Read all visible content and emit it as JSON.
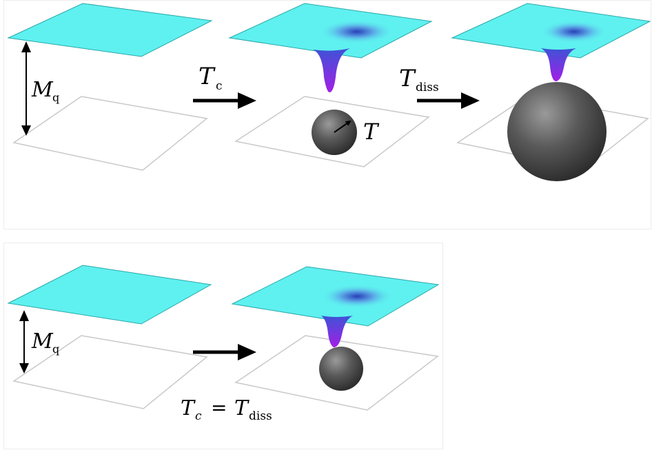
{
  "top_panel": {
    "height_label": {
      "symbol": "M",
      "subscript": "q"
    },
    "arrow1_label": {
      "symbol": "T",
      "subscript": "c"
    },
    "arrow2_label": {
      "symbol": "T",
      "subscript": "diss"
    },
    "radius_label": "T"
  },
  "bottom_panel": {
    "height_label": {
      "symbol": "M",
      "subscript": "q"
    },
    "equation": {
      "lhs_symbol": "T",
      "lhs_subscript": "c",
      "operator": "=",
      "rhs_symbol": "T",
      "rhs_subscript": "diss"
    }
  },
  "colors": {
    "plane_fill": "#5ff0f0",
    "plane_edge": "#2aa8a8",
    "tube_top": "#3a4fd0",
    "tube_bottom": "#9b1fe0",
    "sphere": "#4a4a4a",
    "outline_plane": "#c8c8c8",
    "arrow": "#000000"
  }
}
